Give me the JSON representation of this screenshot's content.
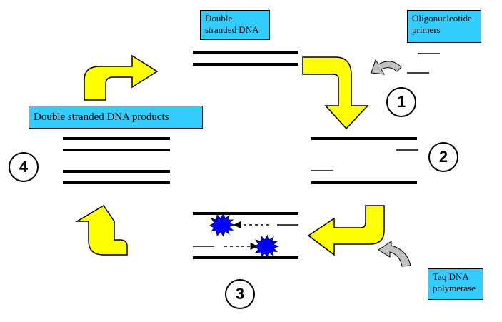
{
  "labels": {
    "ds_dna": "Double stranded DNA",
    "primers": "Oligonucleotide primers",
    "products": "Double stranded DNA products",
    "taq": "Taq DNA polymerase"
  },
  "steps": [
    "1",
    "2",
    "3",
    "4"
  ],
  "colors": {
    "label_box": "#33ccff",
    "big_arrow": "#ffff00",
    "small_arrow": "#b0b0b0",
    "starburst": "#0000ff",
    "line": "#000000"
  },
  "icons": [
    "curved-arrow-icon",
    "starburst-icon",
    "dashed-arrow-icon"
  ]
}
